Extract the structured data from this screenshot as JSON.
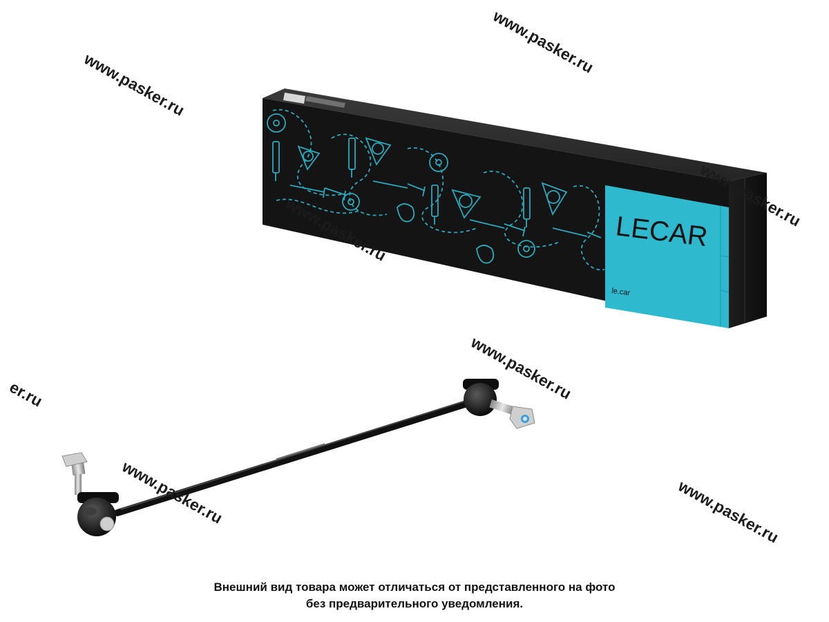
{
  "product": {
    "brand_logo_text": "LECAR",
    "brand_site_text": "le.car"
  },
  "watermarks": [
    "www.pasker.ru",
    "www.pasker.ru",
    "www.pasker.ru",
    "www.pasker.ru",
    "www.pasker.ru",
    "er.ru",
    "www.pasker.ru",
    "www.pasker.ru"
  ],
  "disclaimer": {
    "line1": "Внешний вид товара может отличаться от представленного на фото",
    "line2": "без предварительного уведомления."
  },
  "colors": {
    "box_black": "#141414",
    "box_panel_teal": "#2fb9cf",
    "pattern_teal": "#2aa9bd",
    "rod_black": "#111111",
    "metal": "#b9b9b9"
  }
}
